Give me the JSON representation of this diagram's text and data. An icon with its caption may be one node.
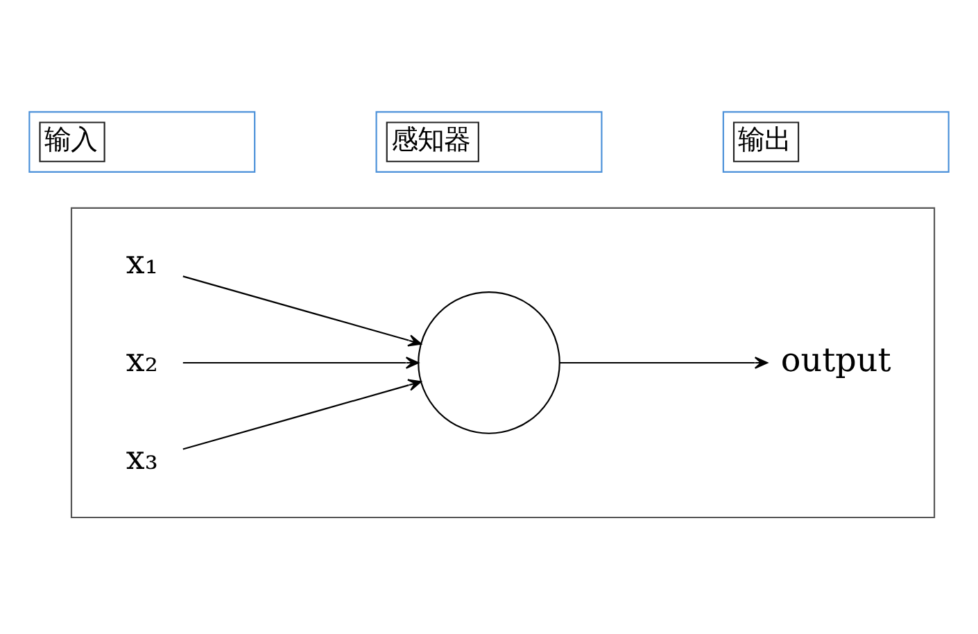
{
  "diagram": {
    "nodes": [
      {
        "text": [],
        "shape": "box"
      },
      {
        "text": [
          "x₁"
        ],
        "in": 0
      },
      {
        "text": [
          "x₂"
        ],
        "in": 0
      },
      {
        "text": [
          "x₃"
        ],
        "in": 0
      },
      {
        "text": [],
        "shape": "circle",
        "in": 0
      },
      {
        "text": [
          "output"
        ],
        "in": 0
      },
      {
        "text": [
          "输入"
        ]
      },
      {
        "text": [
          "感知器"
        ]
      },
      {
        "text": [
          "输出"
        ]
      }
    ],
    "edges": [
      {
        "from": 1,
        "to": 4,
        "arrow": "to"
      },
      {
        "from": 2,
        "to": 4,
        "arrow": "to"
      },
      {
        "from": 3,
        "to": 4,
        "arrow": "to"
      },
      {
        "from": 4,
        "to": 5,
        "arrow": "to"
      }
    ]
  }
}
